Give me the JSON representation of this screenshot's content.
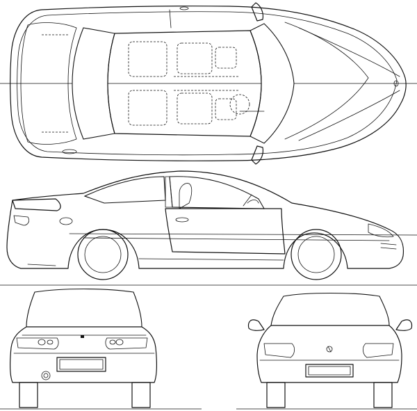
{
  "views": {
    "top": "top-view",
    "side": "side-view",
    "rear": "rear-view",
    "front": "front-view"
  },
  "colors": {
    "line": "#111111",
    "background": "#ffffff"
  }
}
